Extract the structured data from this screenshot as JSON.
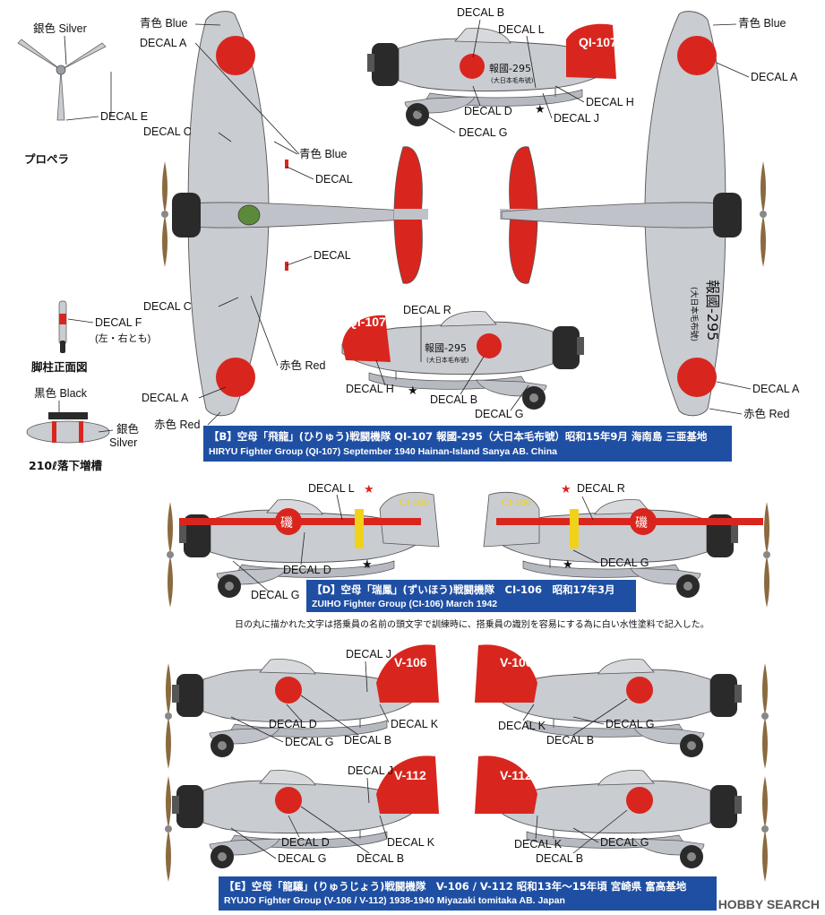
{
  "colors": {
    "red": "#d8261f",
    "silver": "#c9ccd1",
    "silver_dark": "#9a9ea6",
    "cowl": "#2a2a2a",
    "blue": "#1f4fa3",
    "yellow": "#f1d21a",
    "green": "#5c8a3a"
  },
  "left_panel": {
    "silver_label": "銀色 Silver",
    "decal_e": "DECAL E",
    "propeller": "プロペラ",
    "decal_f": "DECAL F",
    "decal_f_note": "(左・右とも)",
    "gear_front": "脚柱正面図",
    "black_label": "黒色 Black",
    "silver_label2": "銀色\nSilver",
    "silver_label2_a": "銀色",
    "silver_label2_b": "Silver",
    "drop_tank": "210ℓ落下増槽"
  },
  "labels": {
    "blue": "青色 Blue",
    "red": "赤色 Red",
    "decal": "DECAL",
    "decal_a": "DECAL A",
    "decal_b": "DECAL B",
    "decal_c": "DECAL C",
    "decal_d": "DECAL D",
    "decal_g": "DECAL G",
    "decal_h": "DECAL H",
    "decal_j": "DECAL J",
    "decal_k": "DECAL K",
    "decal_l": "DECAL L",
    "decal_r": "DECAL R"
  },
  "markings": {
    "ql107": "QI-107",
    "hokoku": "報國-295",
    "hokoku_sub": "(大日本毛布號)",
    "iso": "磯",
    "ci106": "CI-106",
    "v106": "V-106",
    "v112": "V-112"
  },
  "banners": {
    "b_jp": "【B】空母「飛龍」(ひりゅう)戦闘機隊 QI-107 報國-295（大日本毛布號）昭和15年9月 海南島 三亜基地",
    "b_en": "HIRYU Fighter Group (QI-107)  September 1940 Hainan-Island Sanya AB. China",
    "d_jp": "【D】空母「瑞鳳」(ずいほう)戦闘機隊　CI-106　昭和17年3月",
    "d_en": "ZUIHO Fighter Group (CI-106)  March 1942",
    "e_jp": "【E】空母「龍驤」(りゅうじょう)戦闘機隊　V-106 / V-112 昭和13年～15年頃 宮崎県 富高基地",
    "e_en": "RYUJO Fighter Group (V-106 / V-112) 1938-1940  Miyazaki tomitaka AB. Japan"
  },
  "note": "日の丸に描かれた文字は搭乗員の名前の頭文字で訓練時に、搭乗員の識別を容易にする為に白い水性塗料で記入した。",
  "watermark": "HOBBY SEARCH"
}
